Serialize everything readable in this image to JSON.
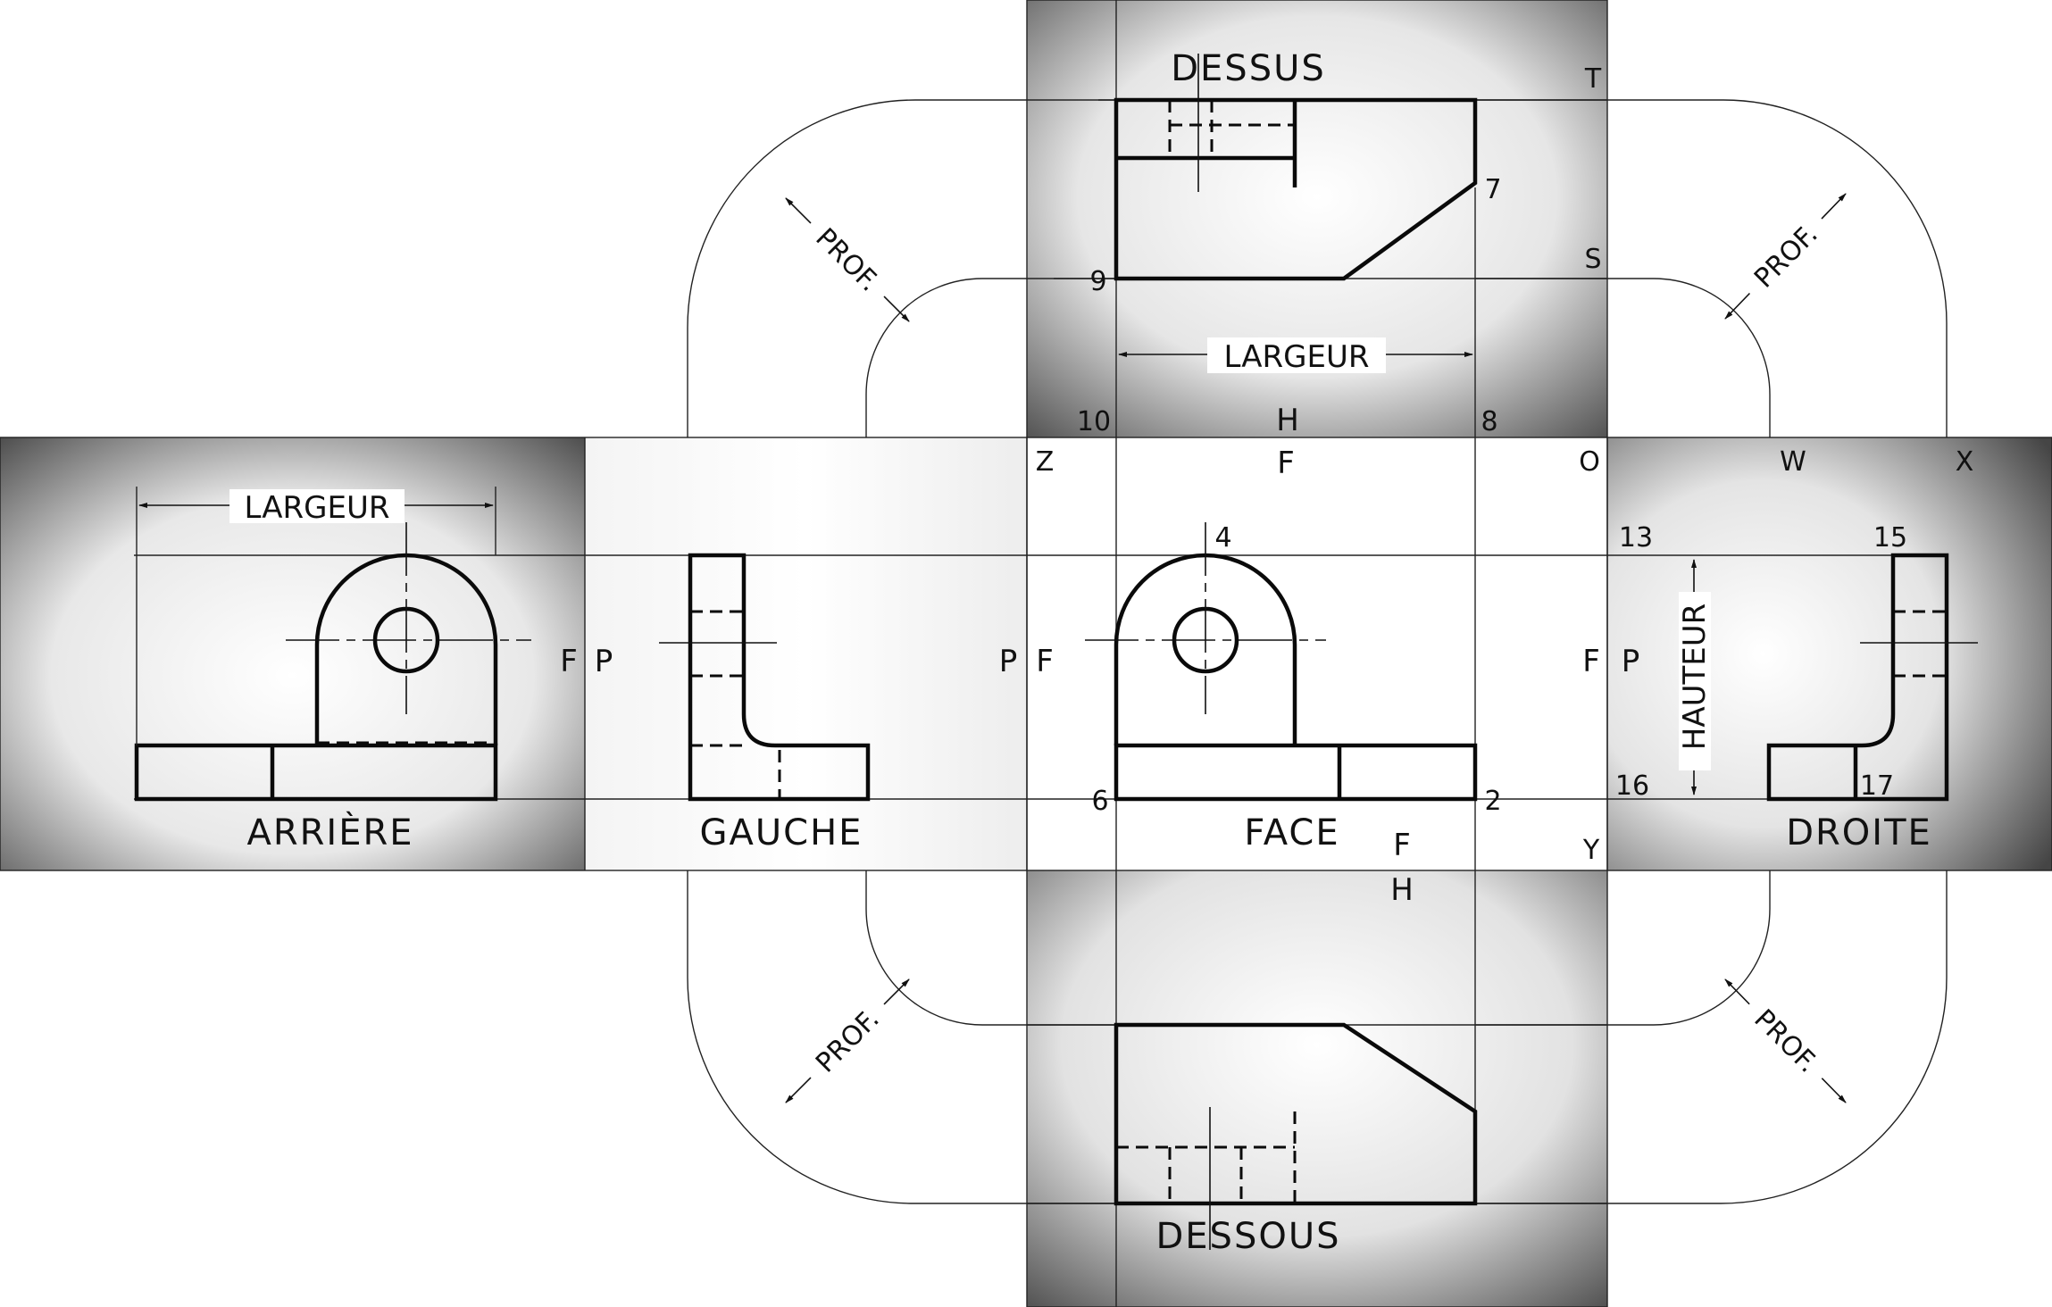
{
  "views": {
    "top": "DESSUS",
    "bottom": "DESSOUS",
    "front": "FACE",
    "back": "ARRIÈRE",
    "left": "GAUCHE",
    "right": "DROITE"
  },
  "dimensions": {
    "width_top": "LARGEUR",
    "width_back": "LARGEUR",
    "height": "HAUTEUR",
    "depth_ul": "PROF.",
    "depth_ur": "PROF.",
    "depth_ll": "PROF.",
    "depth_lr": "PROF."
  },
  "fold_letters": {
    "h_top": "H",
    "f_top": "F",
    "f_bottom": "F",
    "h_bottom": "H",
    "f_back": "F",
    "p_back": "P",
    "p_front": "P",
    "f_front": "F",
    "f_right": "F",
    "p_right": "P"
  },
  "points": {
    "T": "T",
    "S": "S",
    "Z": "Z",
    "O": "O",
    "W": "W",
    "X": "X",
    "Y": "Y",
    "n7": "7",
    "n9": "9",
    "n10": "10",
    "n8": "8",
    "n4": "4",
    "n13": "13",
    "n15": "15",
    "n6": "6",
    "n2": "2",
    "n16": "16",
    "n17": "17"
  },
  "colors": {
    "shade_dark": "#3a3a3a",
    "shade_light": "#ffffff",
    "ink": "#0a0a0a"
  }
}
